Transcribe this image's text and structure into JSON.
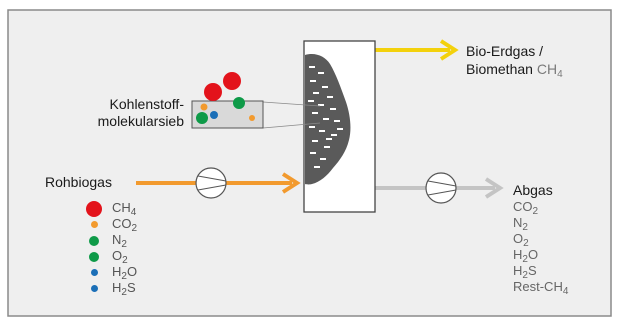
{
  "colors": {
    "frame_bg": "#efefef",
    "orange": "#f29a2e",
    "yellow": "#f3d10c",
    "gray_arrow": "#c4c4c4",
    "filter_mass": "#5a5a5a",
    "red": "#e3131b",
    "green": "#0e9a48",
    "blue": "#1b6fb7"
  },
  "labels": {
    "output_top_line1": "Bio-Erdgas /",
    "output_top_line2": "Biomethan",
    "output_top_formula_base": "CH",
    "output_top_formula_sub": "4",
    "sieve_line1": "Kohlenstoff-",
    "sieve_line2": "molekularsieb",
    "input": "Rohbiogas",
    "exhaust": "Abgas"
  },
  "input_gases": [
    {
      "base": "CH",
      "sub": "4",
      "color": "#e3131b",
      "size": "large"
    },
    {
      "base": "CO",
      "sub": "2",
      "color": "#f29a2e",
      "size": "small"
    },
    {
      "base": "N",
      "sub": "2",
      "color": "#0e9a48",
      "size": "medium"
    },
    {
      "base": "O",
      "sub": "2",
      "color": "#0e9a48",
      "size": "medium"
    },
    {
      "base": "H",
      "sub": "2",
      "tail": "O",
      "color": "#1b6fb7",
      "size": "small"
    },
    {
      "base": "H",
      "sub": "2",
      "tail": "S",
      "color": "#1b6fb7",
      "size": "small"
    }
  ],
  "exhaust_gases": [
    {
      "base": "CO",
      "sub": "2",
      "tail": ""
    },
    {
      "base": "N",
      "sub": "2",
      "tail": ""
    },
    {
      "base": "O",
      "sub": "2",
      "tail": ""
    },
    {
      "base": "H",
      "sub": "2",
      "tail": "O"
    },
    {
      "base": "H",
      "sub": "2",
      "tail": "S"
    },
    {
      "base": "Rest-CH",
      "sub": "4",
      "tail": ""
    }
  ]
}
